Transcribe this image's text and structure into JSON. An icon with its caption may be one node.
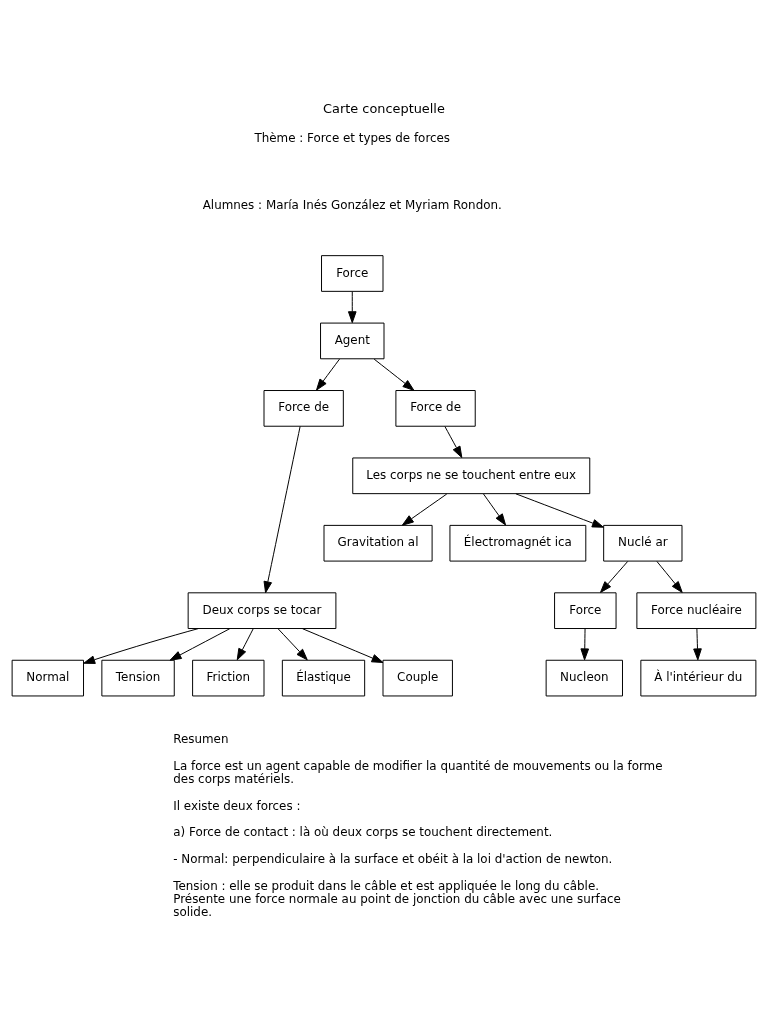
{
  "diagram": {
    "title": "Carte conceptuelle",
    "nodes": [
      {
        "text": [
          "Force"
        ]
      },
      {
        "text": [
          "Agent"
        ]
      },
      {
        "text": [
          "Force de"
        ]
      },
      {
        "text": [
          "Force de"
        ]
      },
      {
        "text": [
          "Deux corps se tocar"
        ]
      },
      {
        "text": [
          "Normal"
        ]
      },
      {
        "text": [
          "Tension"
        ]
      },
      {
        "text": [
          "Friction"
        ]
      },
      {
        "text": [
          "Élastique"
        ]
      },
      {
        "text": [
          "Couple"
        ]
      },
      {
        "text": [
          "Les corps ne se touchent entre eux"
        ]
      },
      {
        "text": [
          "Gravitation al"
        ]
      },
      {
        "text": [
          "Électromagnét ica"
        ]
      },
      {
        "text": [
          "Nuclé ar"
        ]
      },
      {
        "text": [
          "Force"
        ]
      },
      {
        "text": [
          "Force nucléaire"
        ]
      },
      {
        "text": [
          "Nucleon"
        ]
      },
      {
        "text": [
          "À l'intérieur du"
        ]
      }
    ],
    "edges": [
      {
        "from": 0,
        "to": 1,
        "arrow": "to"
      },
      {
        "from": 1,
        "to": 2,
        "arrow": "to"
      },
      {
        "from": 1,
        "to": 3,
        "arrow": "to"
      },
      {
        "from": 2,
        "to": 4,
        "arrow": "to"
      },
      {
        "from": 4,
        "to": 5,
        "arrow": "to"
      },
      {
        "from": 4,
        "to": 6,
        "arrow": "to"
      },
      {
        "from": 4,
        "to": 7,
        "arrow": "to"
      },
      {
        "from": 4,
        "to": 8,
        "arrow": "to"
      },
      {
        "from": 4,
        "to": 9,
        "arrow": "to"
      },
      {
        "from": 3,
        "to": 10,
        "arrow": "to"
      },
      {
        "from": 10,
        "to": 11,
        "arrow": "to"
      },
      {
        "from": 10,
        "to": 12,
        "arrow": "to"
      },
      {
        "from": 10,
        "to": 13,
        "arrow": "to"
      },
      {
        "from": 13,
        "to": 14,
        "arrow": "to"
      },
      {
        "from": 13,
        "to": 15,
        "arrow": "to"
      },
      {
        "from": 14,
        "to": 16,
        "arrow": "to"
      },
      {
        "from": 15,
        "to": 17,
        "arrow": "to"
      }
    ],
    "labels": [
      "Thème : Force et types de forces",
      "Alumnes : María Inés González et Myriam Rondon.",
      "Resumen",
      "La force est un agent capable de modifier la quantité de mouvements ou la forme des corps matériels.",
      "Il existe deux forces :",
      "a) Force de contact : là où deux corps se touchent directement.",
      "- Normal: perpendiculaire à la surface et obéit à la loi d'action de newton.",
      "Tension : elle se produit dans le câble et est appliquée le long du câble. Présente une force normale au point de jonction du câble avec une surface solide."
    ]
  }
}
